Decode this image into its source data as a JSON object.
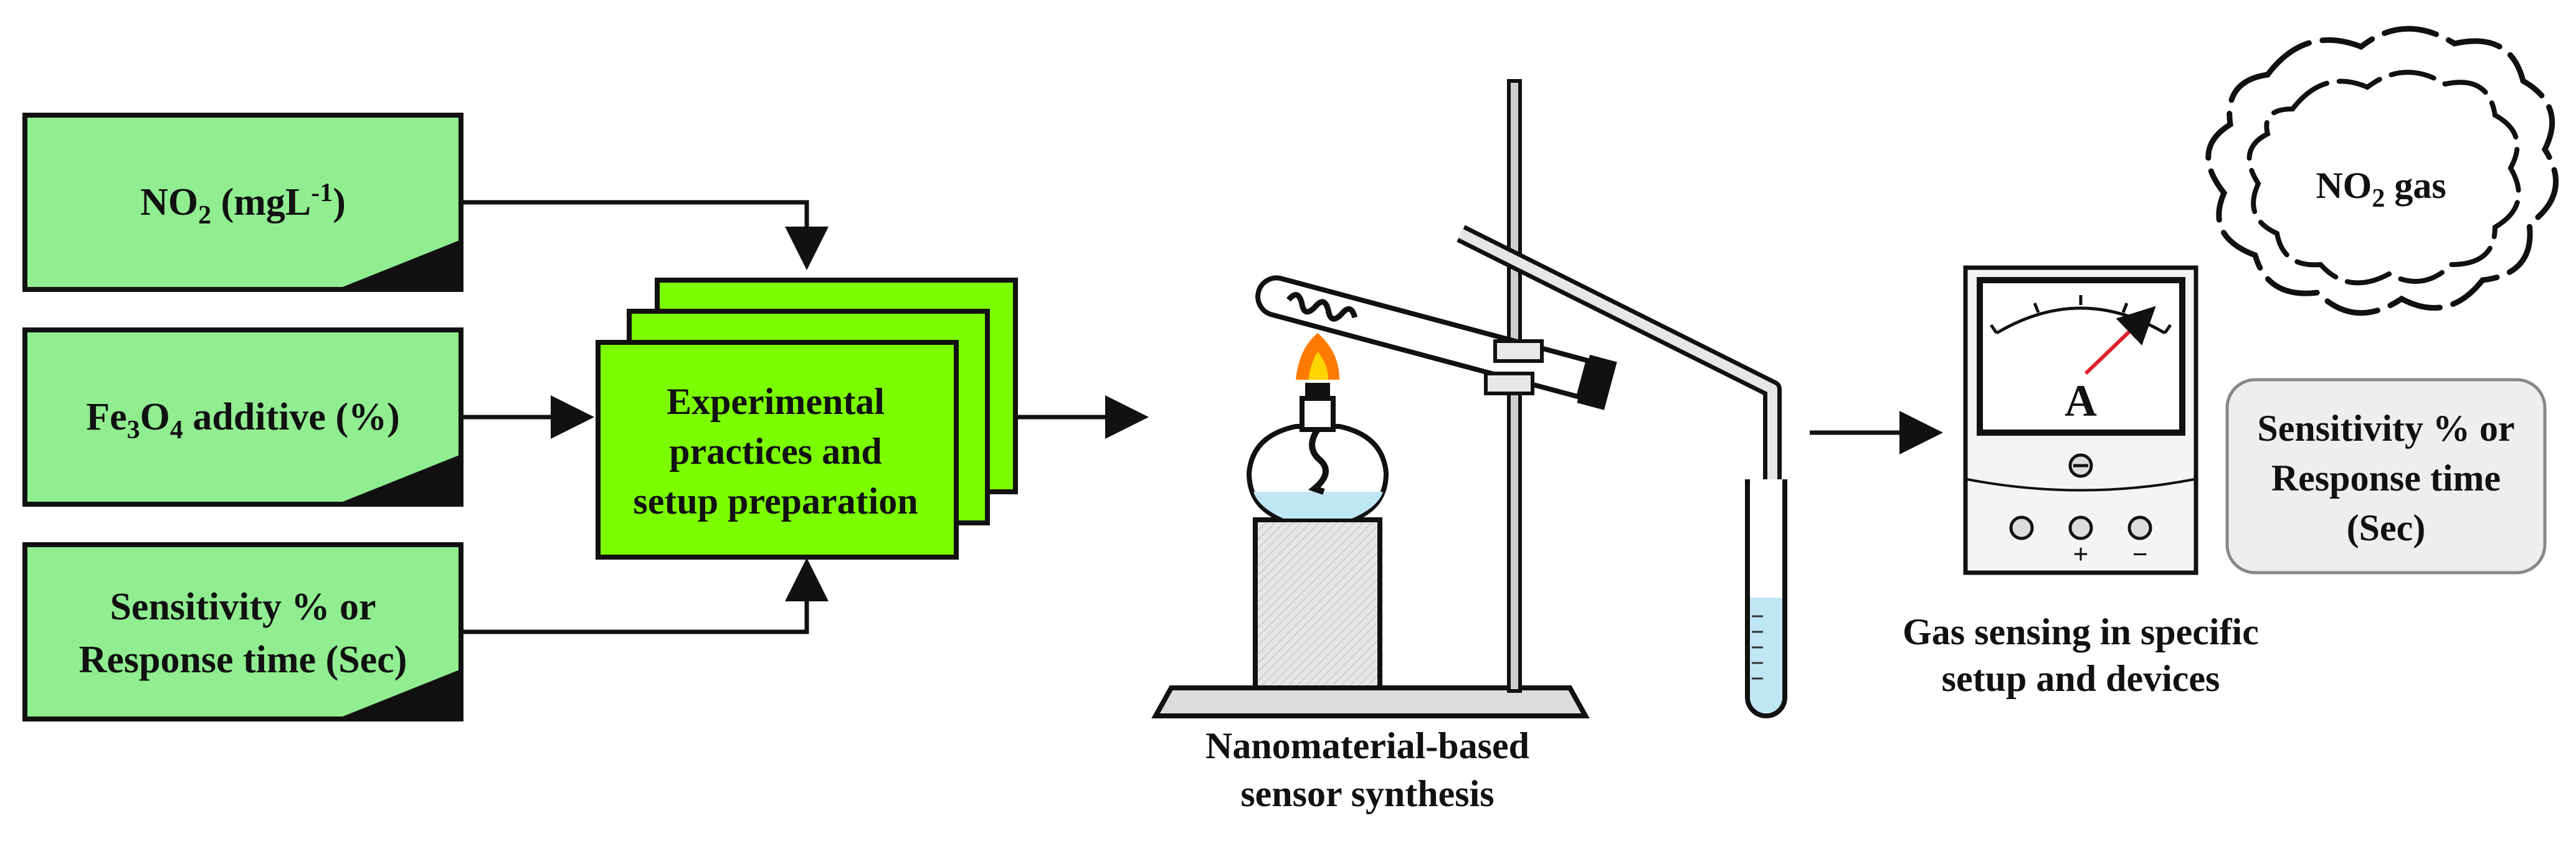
{
  "inputs": {
    "no2_label": "NO",
    "no2_sub": "2",
    "no2_unit": " (mgL",
    "no2_sup": "-1",
    "no2_close": ")",
    "fe_label_a": "Fe",
    "fe_sub_a": "3",
    "fe_label_b": "O",
    "fe_sub_b": "4",
    "fe_rest": " additive (%)",
    "sens_line1": "Sensitivity % or",
    "sens_line2": "Response time (Sec)"
  },
  "process": {
    "line1": "Experimental",
    "line2": "practices and",
    "line3": "setup preparation"
  },
  "synthesis": {
    "caption_line1": "Nanomaterial-based",
    "caption_line2": "sensor synthesis"
  },
  "sensing": {
    "caption_line1": "Gas sensing in specific",
    "caption_line2": "setup and devices",
    "meter_letter": "A",
    "plus": "+",
    "minus": "−"
  },
  "gas_cloud": {
    "label_a": "NO",
    "label_sub": "2",
    "label_b": " gas"
  },
  "output": {
    "line1": "Sensitivity % or",
    "line2": "Response time",
    "line3": "(Sec)"
  },
  "colors": {
    "input_fill": "#90EE90",
    "process_fill": "#7CFC00",
    "stroke": "#111111",
    "liquid": "#bfe6f5",
    "flame_outer": "#ff7a00",
    "flame_inner": "#ffd400",
    "needle": "#e0202a",
    "output_fill": "#eeeeee"
  }
}
